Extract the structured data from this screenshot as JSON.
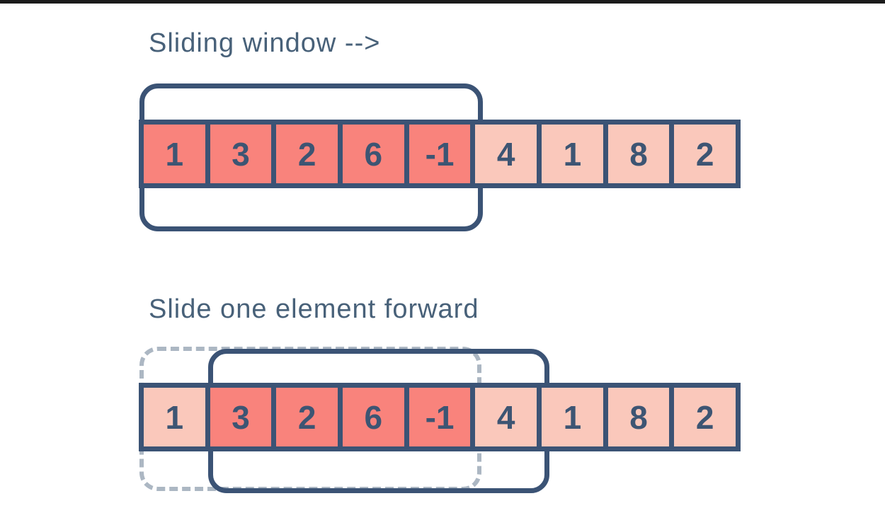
{
  "colors": {
    "top_bar": "#1B1B1B",
    "outline": "#3B5375",
    "cell_dark": "#F9837C",
    "cell_light": "#FAC8BB",
    "number": "#3D5573",
    "title": "#486179",
    "dashed": "#ACB7C3",
    "background": "#FFFFFF"
  },
  "diagram1": {
    "title": "Sliding window -->",
    "cells": [
      {
        "value": "1",
        "highlighted": true
      },
      {
        "value": "3",
        "highlighted": true
      },
      {
        "value": "2",
        "highlighted": true
      },
      {
        "value": "6",
        "highlighted": true
      },
      {
        "value": "-1",
        "highlighted": true
      },
      {
        "value": "4",
        "highlighted": false
      },
      {
        "value": "1",
        "highlighted": false
      },
      {
        "value": "8",
        "highlighted": false
      },
      {
        "value": "2",
        "highlighted": false
      }
    ],
    "window": {
      "style": "solid",
      "covers_indices": [
        0,
        1,
        2,
        3,
        4
      ]
    }
  },
  "diagram2": {
    "title": "Slide one element forward",
    "cells": [
      {
        "value": "1",
        "highlighted": false
      },
      {
        "value": "3",
        "highlighted": true
      },
      {
        "value": "2",
        "highlighted": true
      },
      {
        "value": "6",
        "highlighted": true
      },
      {
        "value": "-1",
        "highlighted": true
      },
      {
        "value": "4",
        "highlighted": false
      },
      {
        "value": "1",
        "highlighted": false
      },
      {
        "value": "8",
        "highlighted": false
      },
      {
        "value": "2",
        "highlighted": false
      }
    ],
    "previous_window": {
      "style": "dashed",
      "covers_indices": [
        0,
        1,
        2,
        3,
        4
      ]
    },
    "new_window": {
      "style": "solid",
      "covers_indices": [
        1,
        2,
        3,
        4,
        5
      ]
    }
  }
}
